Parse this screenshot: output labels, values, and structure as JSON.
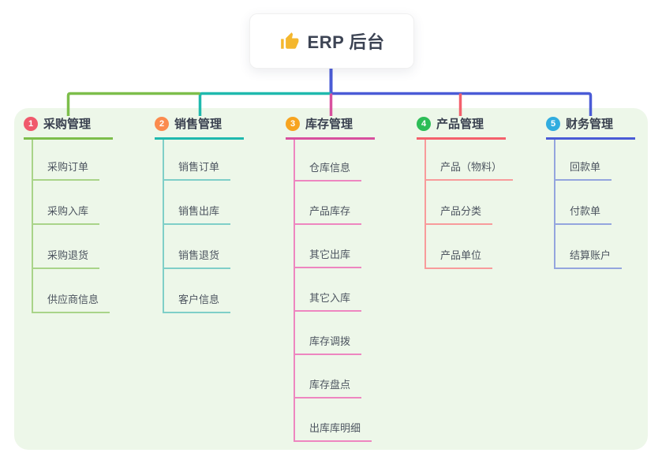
{
  "root": {
    "label": "ERP 后台",
    "icon": "thumbs-up-icon"
  },
  "colors": {
    "green": "#7DBE4B",
    "teal": "#1FB9AE",
    "magenta": "#D8509E",
    "red": "#F4606C",
    "blue": "#4A5BD6",
    "panel_bg": "#EDF7E9"
  },
  "branches": [
    {
      "num": "1",
      "label": "采购管理",
      "color": "#7DBE4B",
      "child_color": "#A9D489",
      "badge_color": "#F0596C",
      "children": [
        "采购订单",
        "采购入库",
        "采购退货",
        "供应商信息"
      ]
    },
    {
      "num": "2",
      "label": "销售管理",
      "color": "#1FB9AE",
      "child_color": "#7FCFC8",
      "badge_color": "#FB8B4E",
      "children": [
        "销售订单",
        "销售出库",
        "销售退货",
        "客户信息"
      ]
    },
    {
      "num": "3",
      "label": "库存管理",
      "color": "#D8509E",
      "child_color": "#EE86C0",
      "badge_color": "#F7A41F",
      "children": [
        "仓库信息",
        "产品库存",
        "其它出库",
        "其它入库",
        "库存调拨",
        "库存盘点",
        "出库库明细"
      ]
    },
    {
      "num": "4",
      "label": "产品管理",
      "color": "#F4606C",
      "child_color": "#F89B9B",
      "badge_color": "#2DBD57",
      "children": [
        "产品（物料）",
        "产品分类",
        "产品单位"
      ]
    },
    {
      "num": "5",
      "label": "财务管理",
      "color": "#4A5BD6",
      "child_color": "#94A5DE",
      "badge_color": "#30ACDF",
      "children": [
        "回款单",
        "付款单",
        "结算账户"
      ]
    }
  ]
}
